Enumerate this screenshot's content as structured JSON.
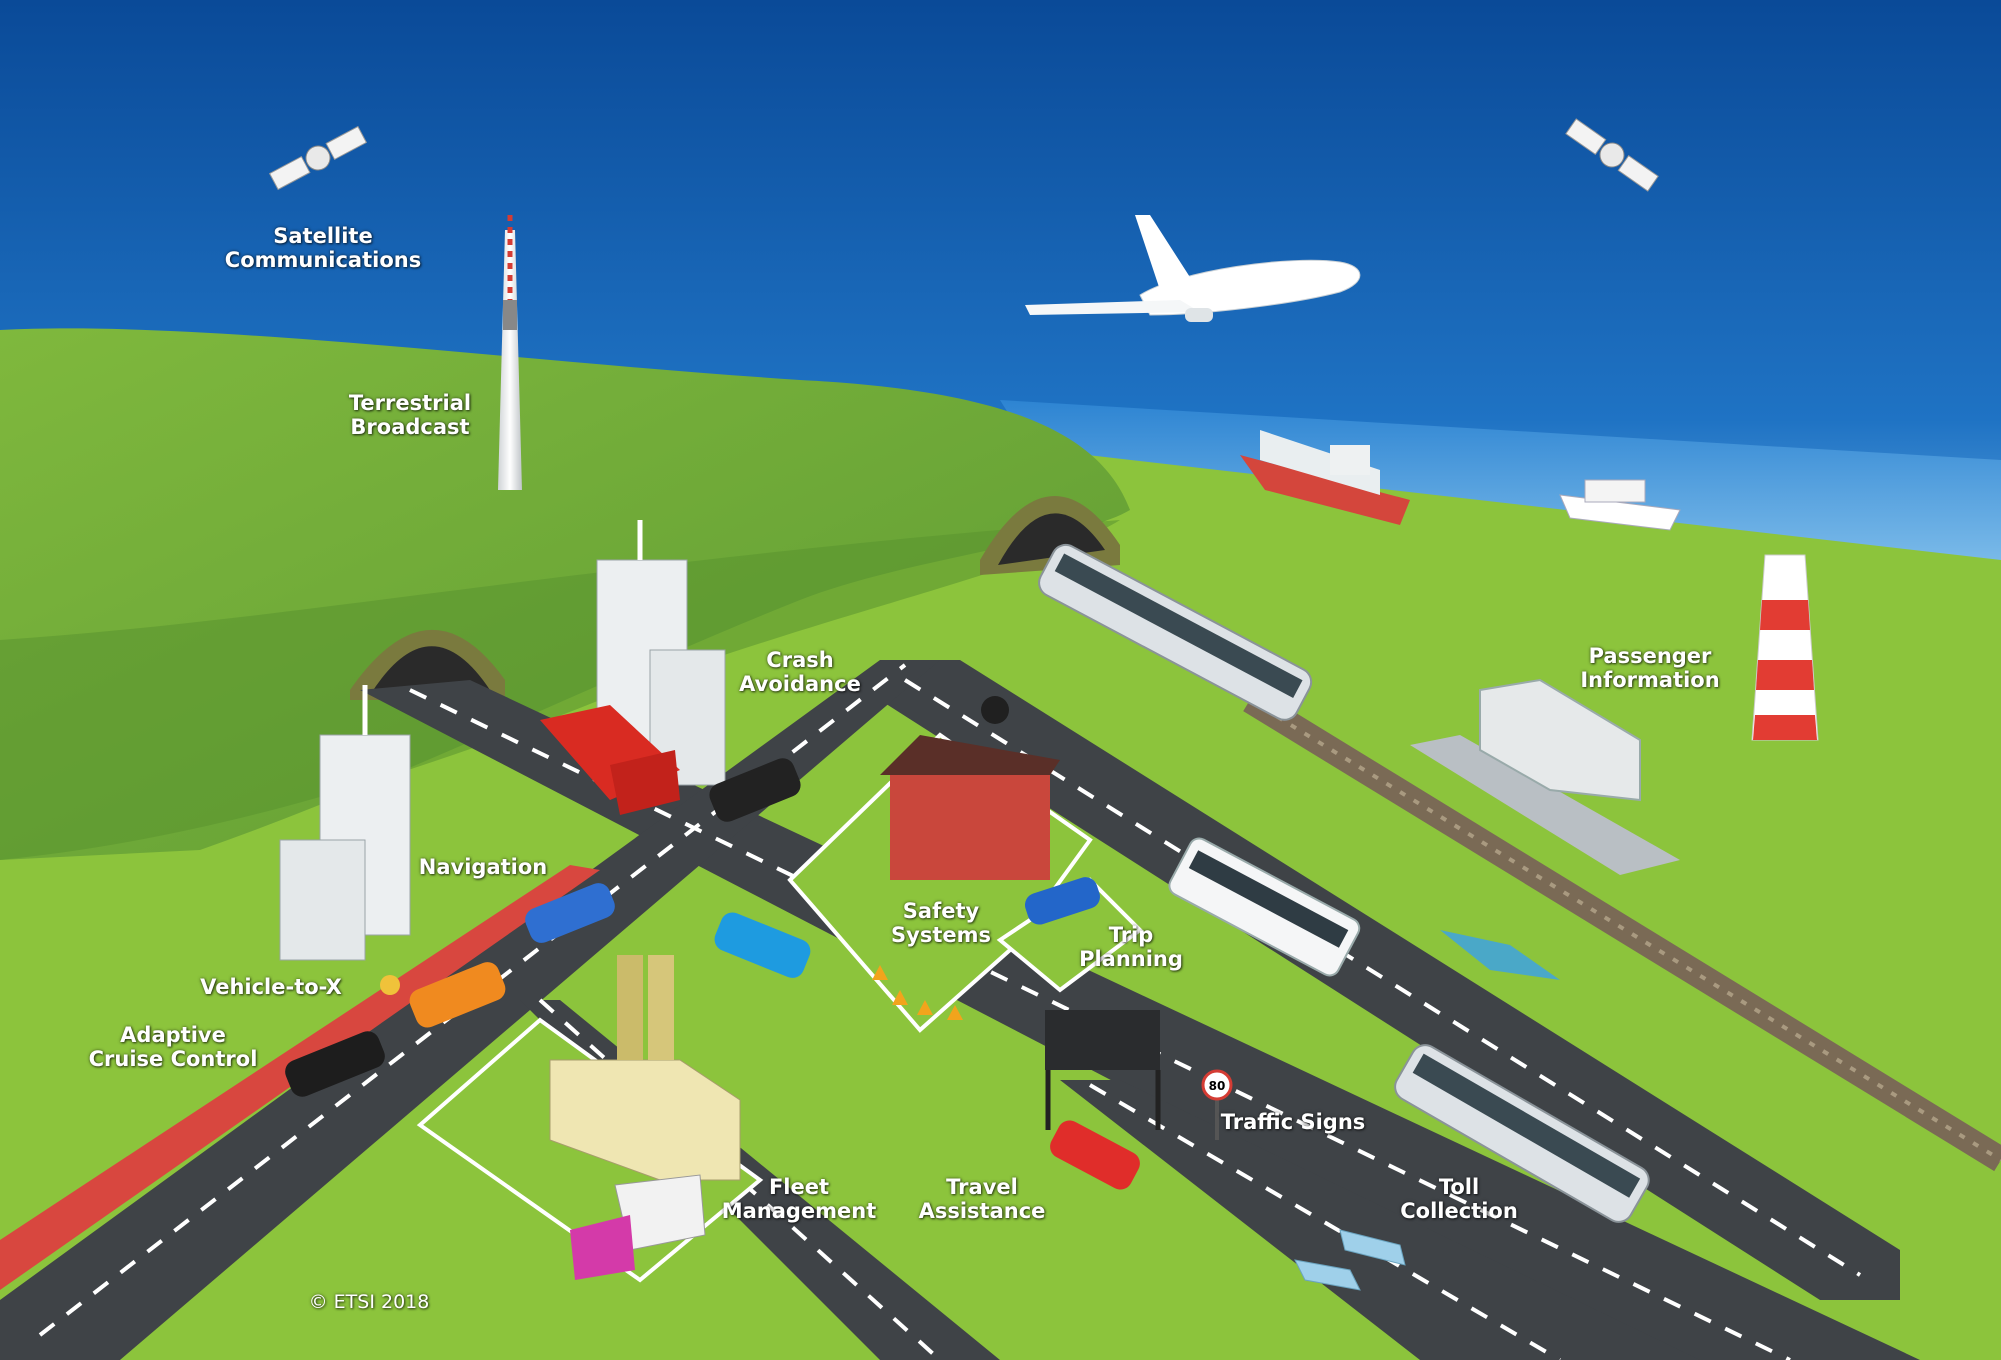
{
  "labels": {
    "satellite": [
      "Satellite",
      "Communications"
    ],
    "terrestrial": [
      "Terrestrial",
      "Broadcast"
    ],
    "crash": [
      "Crash",
      "Avoidance"
    ],
    "passenger": [
      "Passenger",
      "Information"
    ],
    "navigation": "Navigation",
    "safety": [
      "Safety",
      "Systems"
    ],
    "trip": [
      "Trip",
      "Planning"
    ],
    "vehicle_to_x": "Vehicle-to-X",
    "acc": [
      "Adaptive",
      "Cruise Control"
    ],
    "traffic_signs": "Traffic Signs",
    "fleet": [
      "Fleet",
      "Management"
    ],
    "travel": [
      "Travel",
      "Assistance"
    ],
    "toll": [
      "Toll",
      "Collection"
    ],
    "copyright": "© ETSI 2018"
  },
  "speed_sign": "80",
  "colors": {
    "sky_top": "#0a4f9e",
    "sky_bottom": "#7ab9ea",
    "grass": "#8cc43c",
    "hill": "#6aa63a",
    "road": "#3f4347",
    "bike_lane": "#d8473f"
  }
}
